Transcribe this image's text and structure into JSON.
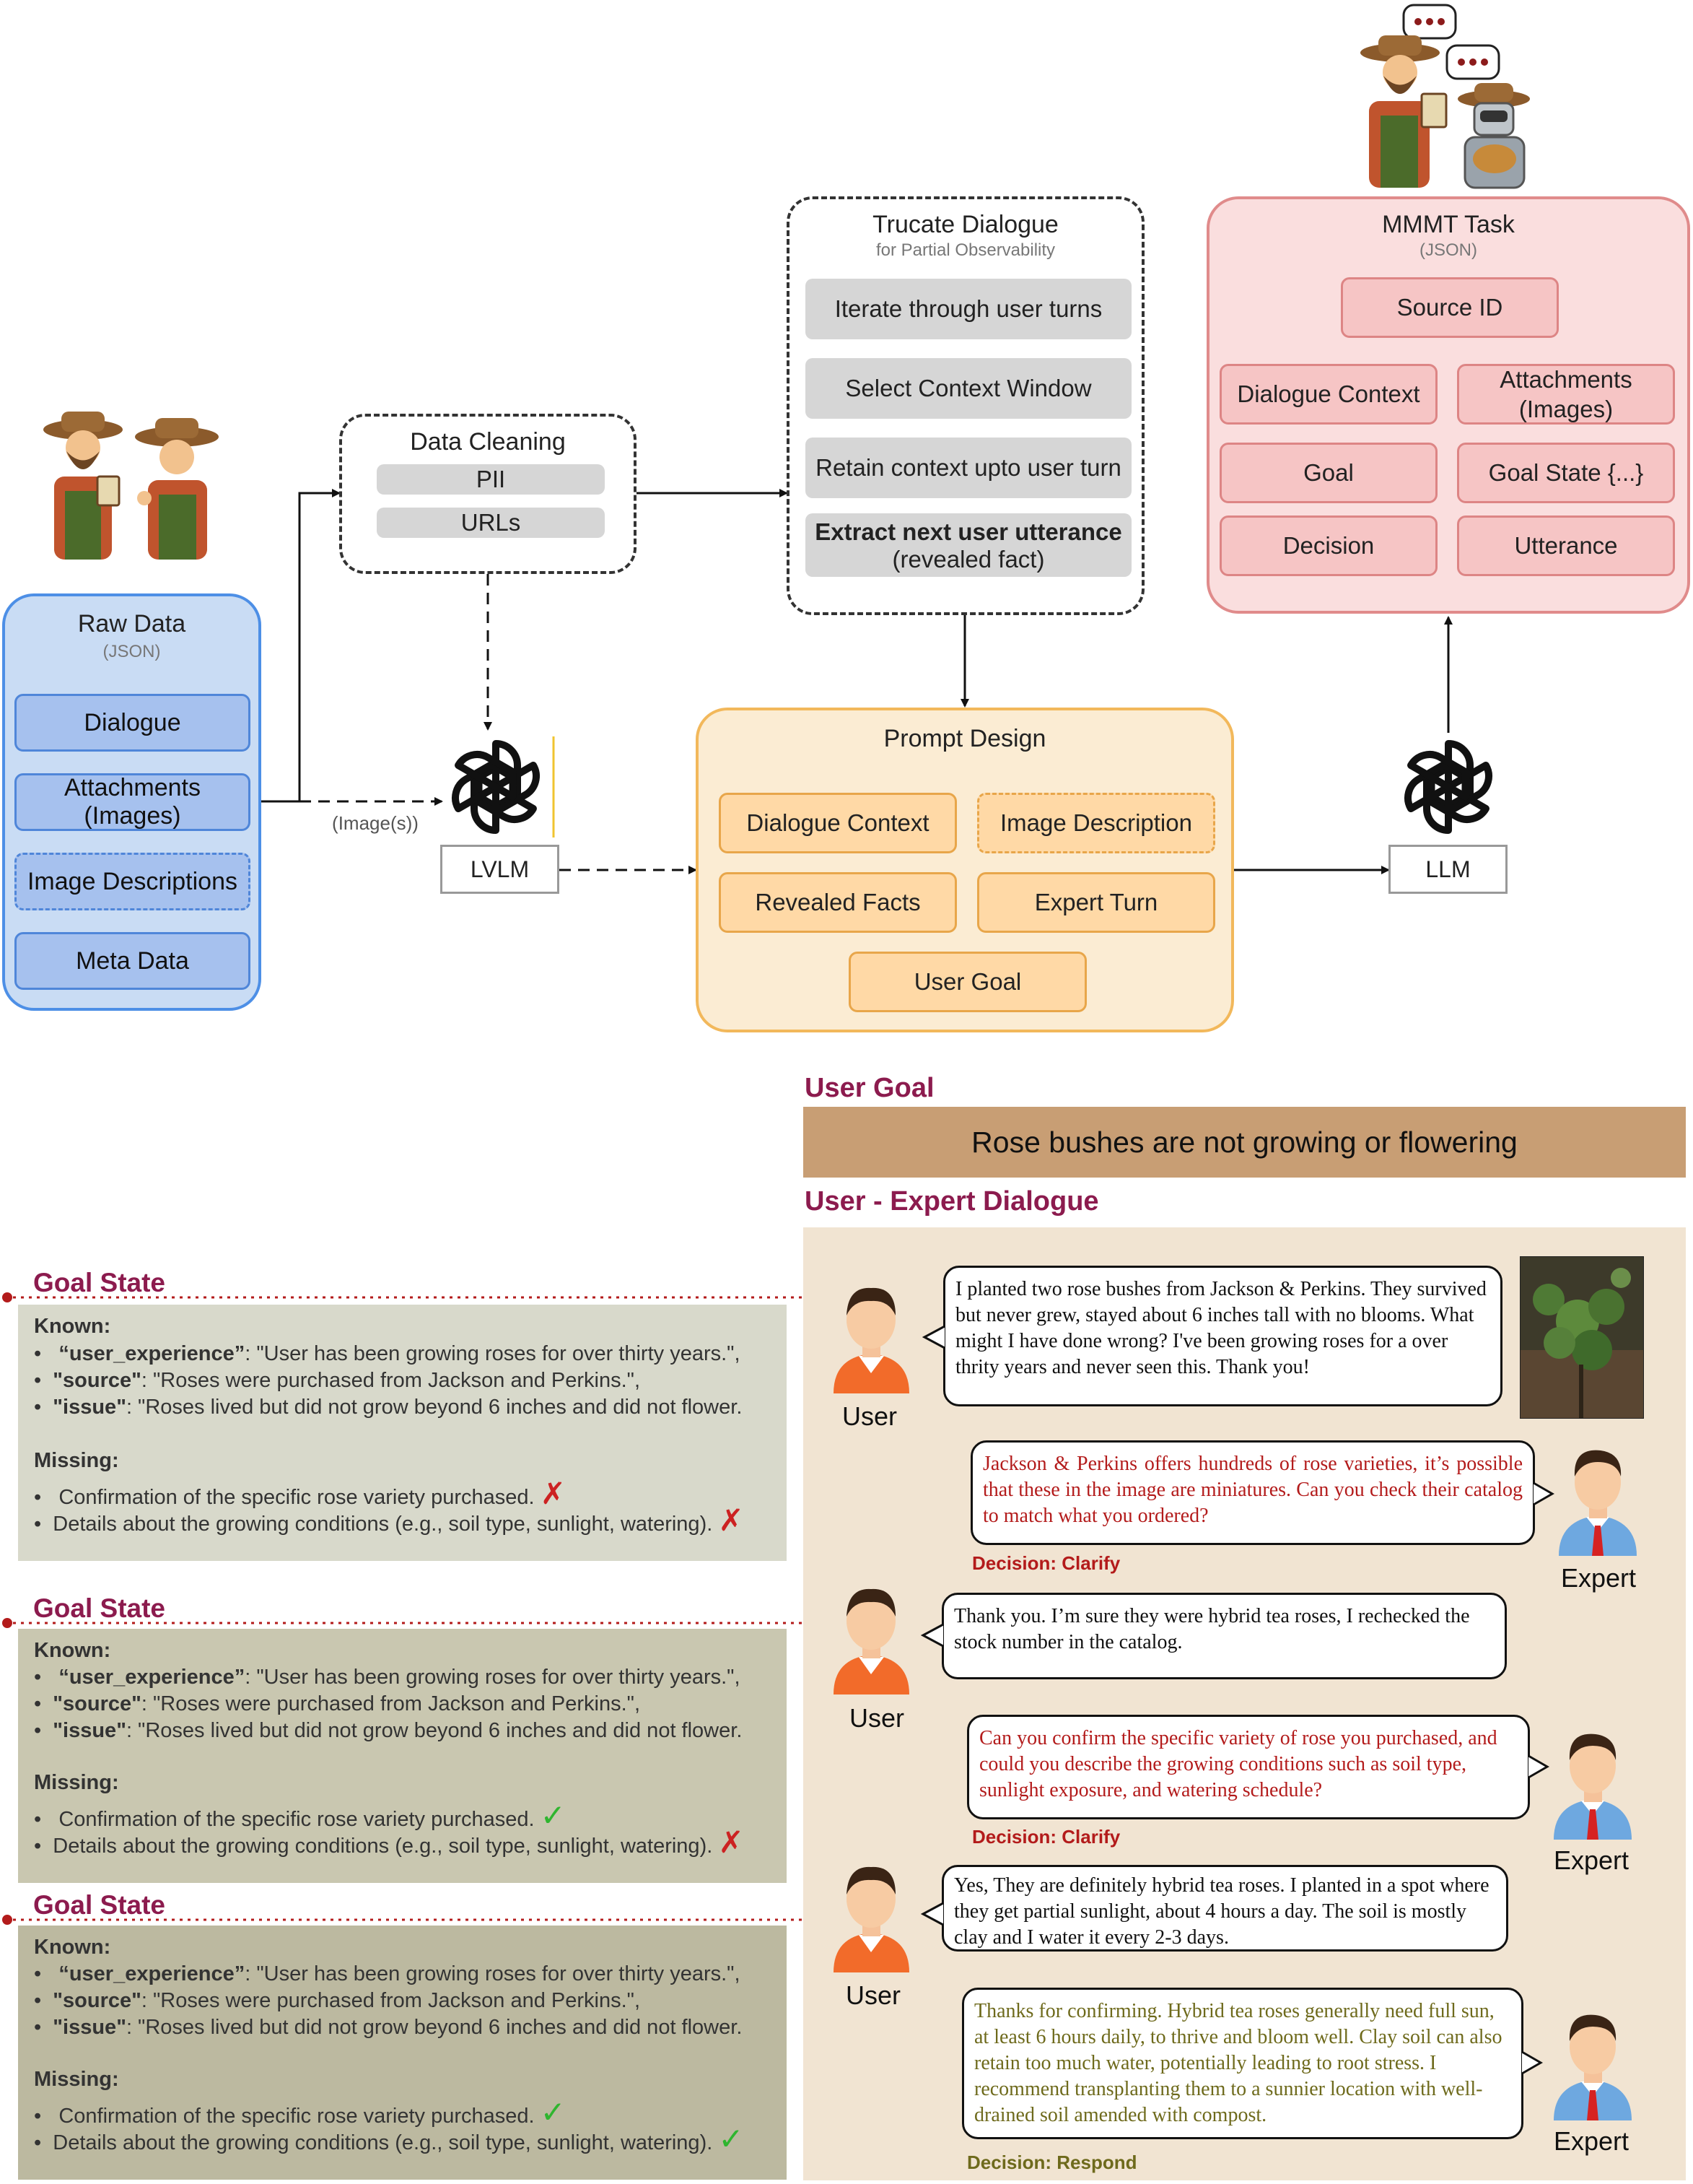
{
  "colors": {
    "raw_border": "#4d8fe6",
    "prompt_border": "#f2b85b",
    "mmmt_border": "#e08b8b",
    "goal_header": "#8c1b4e",
    "goal_banner": "#c89e74",
    "dialog_bg": "#f1e4d2",
    "clarify": "#b31b1b",
    "respond": "#6e6a1c",
    "check": "#2fb52f",
    "cross": "#cc2222"
  },
  "raw_data": {
    "title": "Raw Data",
    "subtitle": "(JSON)",
    "items": [
      "Dialogue",
      "Attachments (Images)",
      "Image Descriptions",
      "Meta Data"
    ]
  },
  "data_cleaning": {
    "title": "Data Cleaning",
    "items": [
      "PII",
      "URLs"
    ]
  },
  "truncate": {
    "title": "Trucate Dialogue",
    "subtitle": "for Partial Observability",
    "items": [
      "Iterate through user turns",
      "Select Context Window",
      "Retain context upto user turn"
    ],
    "last_bold": "Extract next user utterance",
    "last_sub": "(revealed fact)"
  },
  "mmmt": {
    "title": "MMMT Task",
    "subtitle": "(JSON)",
    "source": "Source ID",
    "items": [
      "Dialogue Context",
      "Attachments (Images)",
      "Goal",
      "Goal State {...}",
      "Decision",
      "Utterance"
    ]
  },
  "lvlm": {
    "label": "LVLM",
    "edge_label": "(Image(s))"
  },
  "llm": {
    "label": "LLM"
  },
  "prompt": {
    "title": "Prompt Design",
    "items": [
      "Dialogue Context",
      "Image Description",
      "Revealed Facts",
      "Expert Turn",
      "User Goal"
    ]
  },
  "user_goal": {
    "header": "User Goal",
    "text": "Rose bushes are not growing or flowering"
  },
  "dialogue_header": "User - Expert Dialogue",
  "goal_states": [
    {
      "title": "Goal State",
      "known_label": "Known:",
      "known": [
        {
          "key": "“user_experience”",
          "val": ": \"User has been growing roses for over thirty years.\","
        },
        {
          "key": "\"source\"",
          "val": ": \"Roses were purchased from Jackson and Perkins.\","
        },
        {
          "key": "\"issue\"",
          "val": ": \"Roses lived but did not grow beyond 6 inches and did not flower."
        }
      ],
      "missing_label": "Missing:",
      "missing": [
        "Confirmation of the specific rose variety purchased.",
        "Details about the growing conditions (e.g., soil type, sunlight, watering)."
      ],
      "status": [
        "cross",
        "cross"
      ]
    },
    {
      "title": "Goal State",
      "known_label": "Known:",
      "known": [
        {
          "key": "“user_experience”",
          "val": ": \"User has been growing roses for over thirty years.\","
        },
        {
          "key": "\"source\"",
          "val": ": \"Roses were purchased from Jackson and Perkins.\","
        },
        {
          "key": "\"issue\"",
          "val": ": \"Roses lived but did not grow beyond 6 inches and did not flower."
        }
      ],
      "missing_label": "Missing:",
      "missing": [
        "Confirmation of the specific rose variety purchased.",
        "Details about the growing conditions (e.g., soil type, sunlight, watering)."
      ],
      "status": [
        "check",
        "cross"
      ]
    },
    {
      "title": "Goal State",
      "known_label": "Known:",
      "known": [
        {
          "key": "“user_experience”",
          "val": ": \"User has been growing roses for over thirty years.\","
        },
        {
          "key": "\"source\"",
          "val": ": \"Roses were purchased from Jackson and Perkins.\","
        },
        {
          "key": "\"issue\"",
          "val": ": \"Roses lived but did not grow beyond 6 inches and did not flower."
        }
      ],
      "missing_label": "Missing:",
      "missing": [
        "Confirmation of the specific rose variety purchased.",
        "Details about the growing conditions (e.g., soil type, sunlight, watering)."
      ],
      "status": [
        "check",
        "check"
      ]
    }
  ],
  "dialogue": [
    {
      "role": "User",
      "text": "I planted two rose bushes from Jackson & Perkins. They survived but never grew, stayed about 6 inches tall with no blooms. What might I have done wrong? I've been growing roses for a over thrity years and never seen this. Thank you!"
    },
    {
      "role": "Expert",
      "text": "Jackson & Perkins offers hundreds of rose varieties, it’s possible that these in the image are miniatures. Can you check their catalog to match what you ordered?",
      "decision": "Decision: Clarify"
    },
    {
      "role": "User",
      "text": "Thank you. I’m sure they were hybrid tea roses, I rechecked the stock number in the catalog."
    },
    {
      "role": "Expert",
      "text": "Can you confirm the specific variety of rose you purchased, and could you describe the growing conditions such as soil type, sunlight exposure, and watering schedule?",
      "decision": "Decision: Clarify"
    },
    {
      "role": "User",
      "text": "Yes, They are definitely hybrid tea roses. I planted in a spot where they get partial sunlight, about 4 hours a day. The soil is mostly clay and I water it every 2-3 days."
    },
    {
      "role": "Expert",
      "text": "Thanks for confirming. Hybrid tea roses generally need full sun, at least 6 hours daily, to thrive and bloom well. Clay soil can also retain too much water, potentially leading to root stress. I recommend transplanting them to a sunnier location with well-drained soil amended with compost.",
      "decision": "Decision: Respond"
    }
  ]
}
